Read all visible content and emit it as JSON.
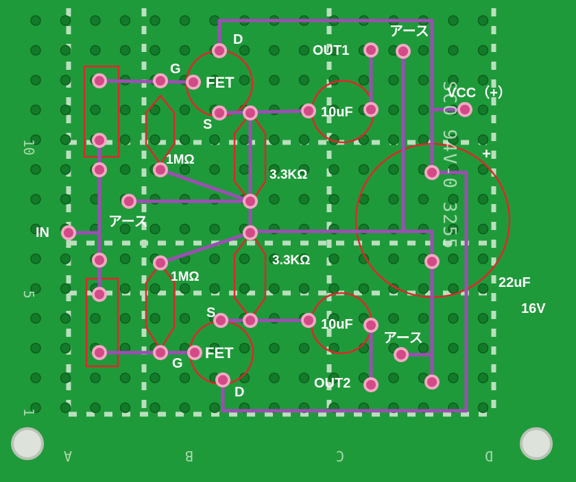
{
  "colors": {
    "board": "#1f9a3a",
    "board_dark": "#17802e",
    "copper_pad": "#0f6a24",
    "wire": "#9b4fb3",
    "outline": "#e0262a",
    "pad_ring": "#f4a9c4",
    "text": "#ffffff"
  },
  "silkscreen": {
    "brand": "SCO 94V-0 3255",
    "col_a": "A",
    "col_b": "B",
    "col_c": "C",
    "col_d": "D",
    "row_1": "1",
    "row_5": "5",
    "row_10": "10"
  },
  "labels": {
    "fet_top": "FET",
    "fet_top_g": "G",
    "fet_top_d": "D",
    "fet_top_s": "S",
    "r1m_top": "1MΩ",
    "r33k_top": "3.3KΩ",
    "ground_left": "アース",
    "in": "IN",
    "r1m_bottom": "1MΩ",
    "r33k_bottom": "3.3KΩ",
    "fet_bottom_s": "S",
    "fet_bottom": "FET",
    "fet_bottom_g": "G",
    "fet_bottom_d": "D",
    "out1": "OUT1",
    "ground_top": "アース",
    "cap_top": "10uF",
    "vcc": "VCC（+）",
    "plus": "+",
    "cap_large_value": "22uF",
    "cap_large_voltage": "16V",
    "cap_bottom": "10uF",
    "ground_bottom": "アース",
    "out2": "OUT2"
  }
}
